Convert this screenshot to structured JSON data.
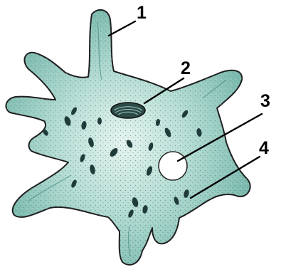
{
  "labels": [
    "1",
    "2",
    "3",
    "4"
  ],
  "colors": {
    "cytoplasm": "#8fc9bd",
    "cytoplasm_light": "#c4e5de",
    "cytoplasm_dark": "#5f9f93",
    "outline": "#222222",
    "vacuole_dark": "#1f3b3a"
  }
}
